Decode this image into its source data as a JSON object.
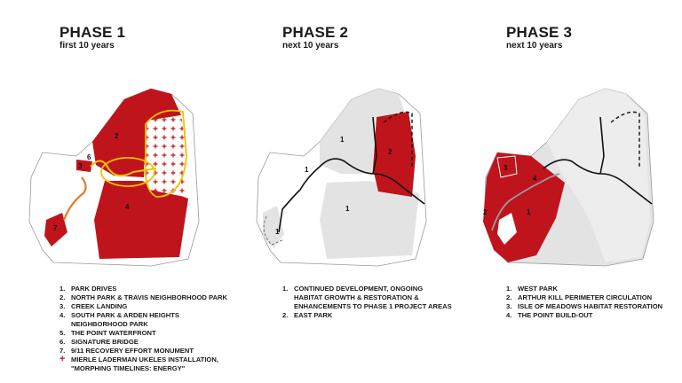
{
  "colors": {
    "red": "#c0141c",
    "gray": "#e3e3e3",
    "orange": "#e07a2a",
    "yellow": "#f2c200",
    "outline": "#8a8a8a"
  },
  "phases": [
    {
      "title": "PHASE 1",
      "subtitle": "first 10 years",
      "map_labels": [
        "2",
        "6",
        "3",
        "4",
        "7"
      ],
      "legend": [
        {
          "num": "1.",
          "text": "PARK DRIVES"
        },
        {
          "num": "2.",
          "text": "NORTH PARK & TRAVIS NEIGHBORHOOD PARK"
        },
        {
          "num": "3.",
          "text": "CREEK LANDING"
        },
        {
          "num": "4.",
          "text": "SOUTH PARK & ARDEN HEIGHTS NEIGHBORHOOD PARK"
        },
        {
          "num": "5.",
          "text": "THE POINT WATERFRONT"
        },
        {
          "num": "6.",
          "text": "SIGNATURE BRIDGE"
        },
        {
          "num": "7.",
          "text": "9/11 RECOVERY EFFORT MONUMENT"
        },
        {
          "num": "+",
          "text": "MIERLE LADERMAN UKELES INSTALLATION,\n\"MORPHING TIMELINES: ENERGY\""
        }
      ]
    },
    {
      "title": "PHASE 2",
      "subtitle": "next 10 years",
      "map_labels": [
        "1",
        "1",
        "2",
        "1",
        "1"
      ],
      "legend": [
        {
          "num": "1.",
          "text": "CONTINUED DEVELOPMENT, ONGOING\nHABITAT GROWTH & RESTORATION &\nENHANCEMENTS TO PHASE 1 PROJECT AREAS"
        },
        {
          "num": "2.",
          "text": "EAST PARK"
        }
      ]
    },
    {
      "title": "PHASE 3",
      "subtitle": "next 10 years",
      "map_labels": [
        "3",
        "4",
        "2",
        "1"
      ],
      "legend": [
        {
          "num": "1.",
          "text": "WEST PARK"
        },
        {
          "num": "2.",
          "text": "ARTHUR KILL PERIMETER CIRCULATION"
        },
        {
          "num": "3.",
          "text": "ISLE OF MEADOWS HABITAT RESTORATION"
        },
        {
          "num": "4.",
          "text": "THE POINT BUILD-OUT"
        }
      ]
    }
  ]
}
